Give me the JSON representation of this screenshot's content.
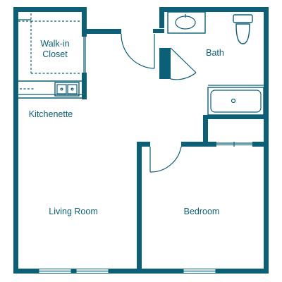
{
  "rooms": {
    "walk_in_closet": {
      "line1": "Walk-in",
      "line2": "Closet"
    },
    "bath": "Bath",
    "kitchenette": "Kitchenette",
    "living_room": "Living Room",
    "bedroom": "Bedroom"
  },
  "colors": {
    "wall": "#0b5f77",
    "background": "#ffffff"
  }
}
